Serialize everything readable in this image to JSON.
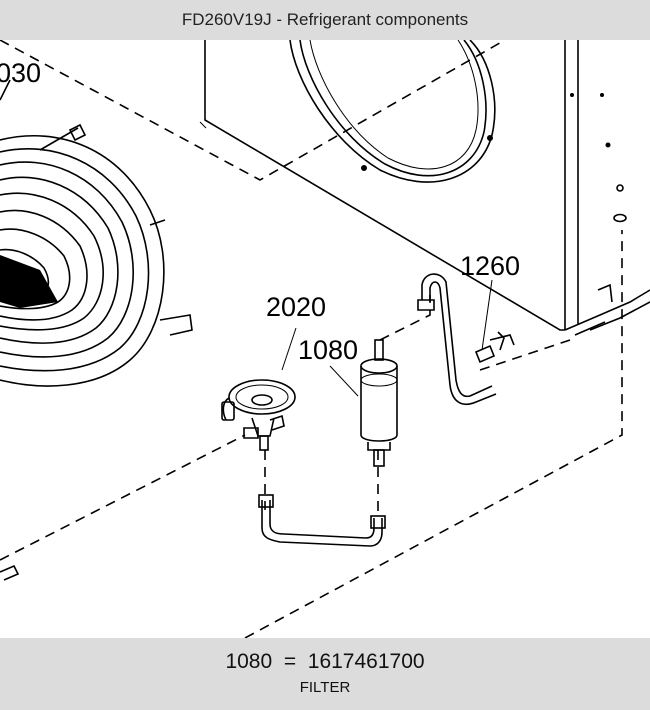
{
  "header": {
    "title": "FD260V19J - Refrigerant components"
  },
  "diagram": {
    "labels": {
      "fan": "030",
      "part_2020": "2020",
      "part_1080": "1080",
      "part_1260": "1260"
    }
  },
  "footer": {
    "part_number": "1080",
    "equals": "=",
    "article_number": "1617461700",
    "description": "FILTER"
  }
}
